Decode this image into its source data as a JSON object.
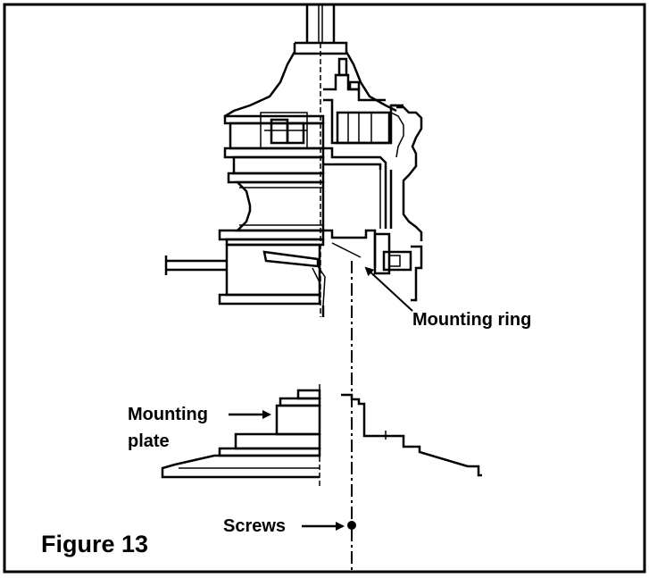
{
  "figure": {
    "caption": "Figure 13",
    "labels": {
      "mounting_ring": "Mounting ring",
      "mounting_plate_line1": "Mounting",
      "mounting_plate_line2": "plate",
      "screws": "Screws"
    }
  }
}
